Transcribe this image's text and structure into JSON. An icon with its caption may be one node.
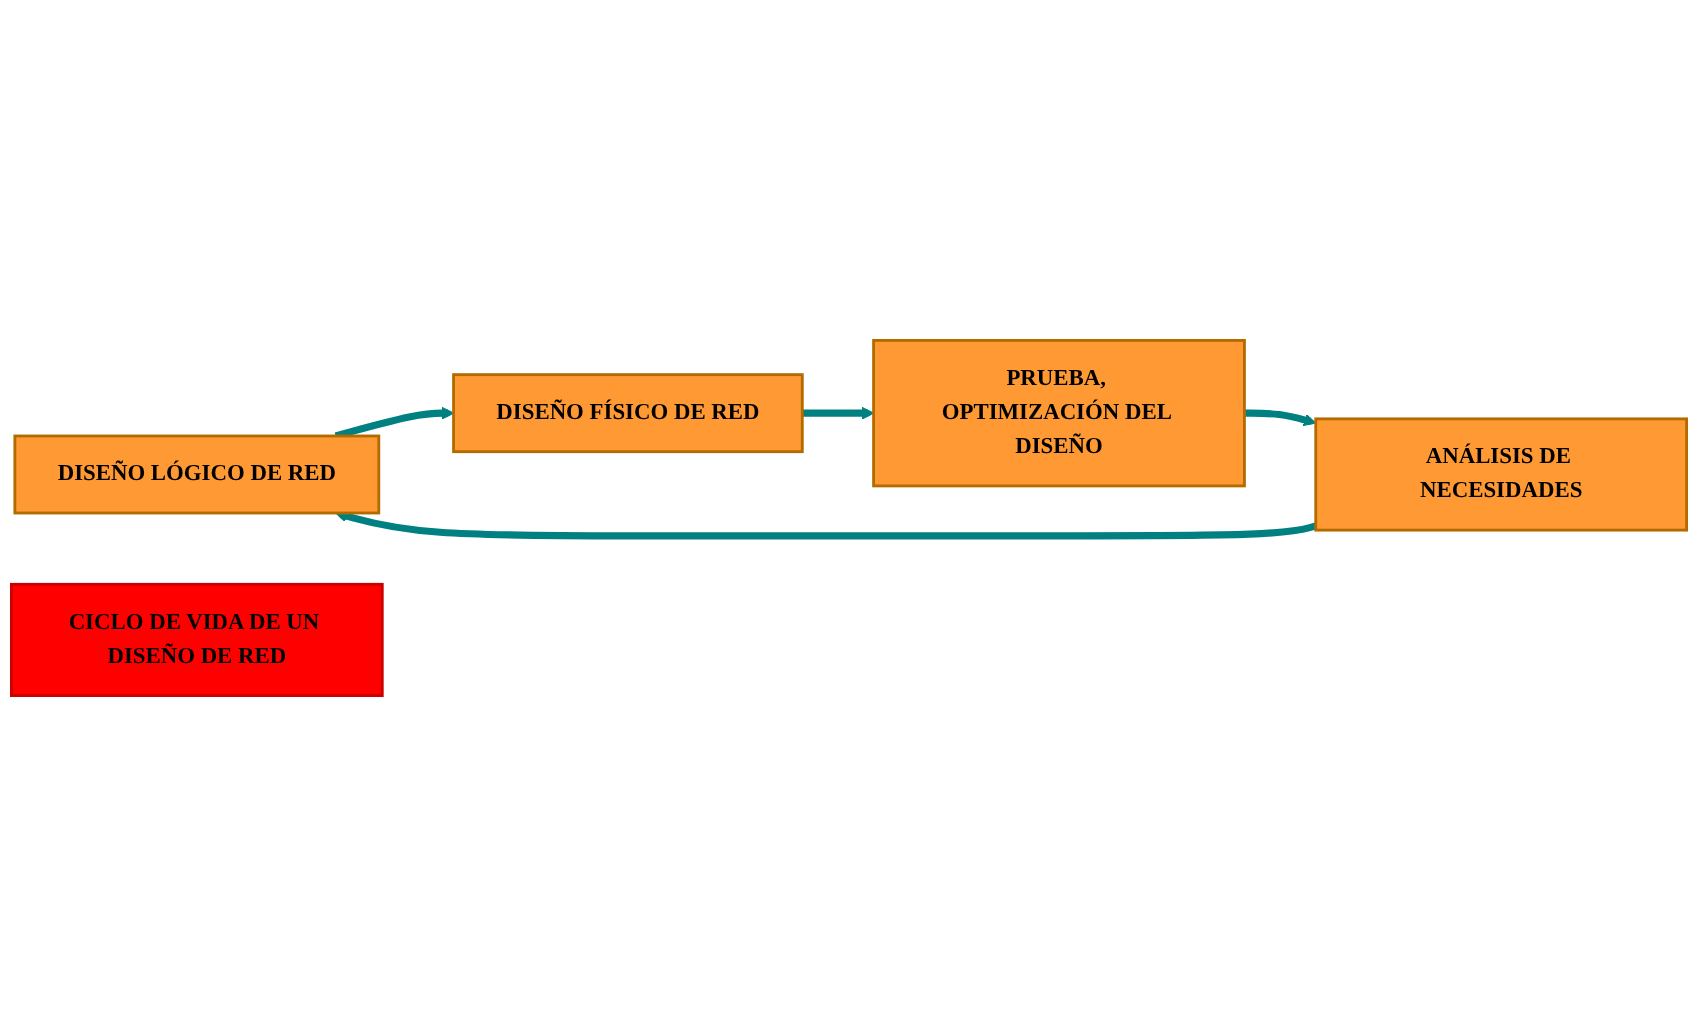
{
  "diagram": {
    "nodes": [
      {
        "text": [
          "DISEÑO LÓGICO DE RED"
        ]
      },
      {
        "text": [
          "ANÁLISIS DE NECESIDADES"
        ]
      },
      {
        "text": [
          "CICLO DE VIDA DE UN DISEÑO DE RED"
        ]
      },
      {
        "text": [
          "DISEÑO FÍSICO DE RED"
        ]
      },
      {
        "text": [
          "PRUEBA, OPTIMIZACIÓN DEL DISEÑO"
        ]
      }
    ],
    "edges": [
      {
        "from": 1,
        "to": 0,
        "arrow": "to"
      },
      {
        "from": 0,
        "to": 3,
        "arrow": "to"
      },
      {
        "from": 3,
        "to": 4,
        "arrow": "to"
      },
      {
        "from": 4,
        "to": 1,
        "arrow": "to"
      }
    ]
  }
}
